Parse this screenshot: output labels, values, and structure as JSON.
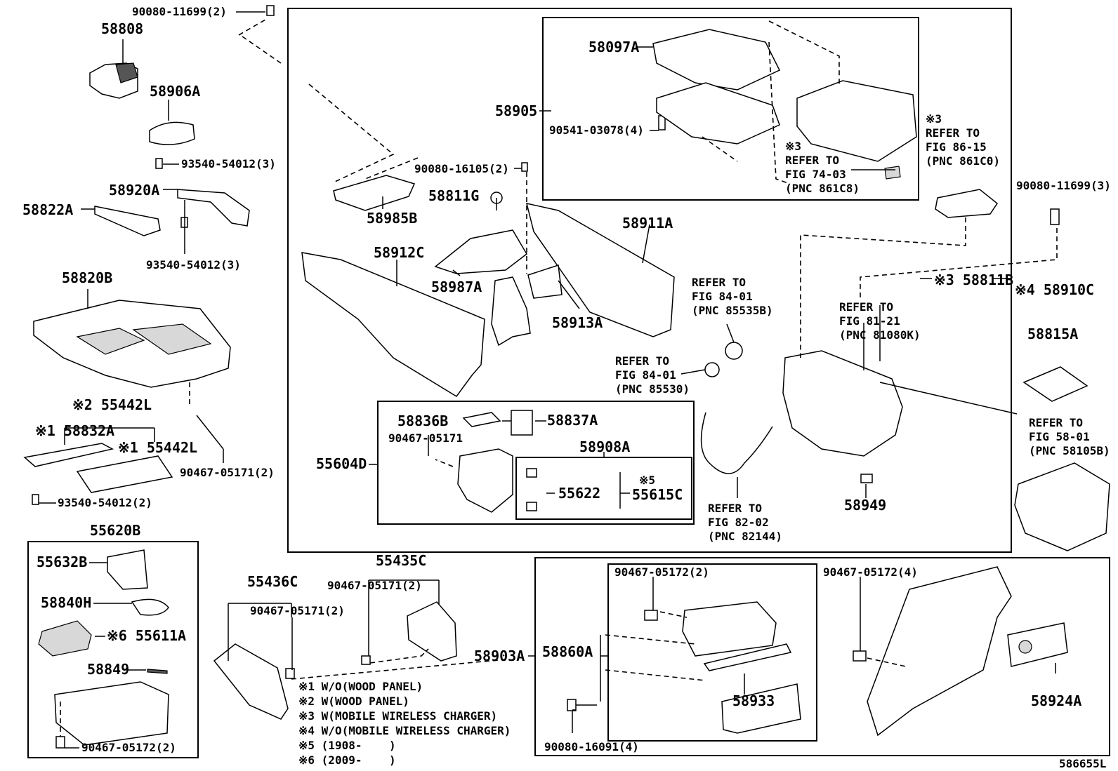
{
  "labels": {
    "p_90080_11699_2": "90080-11699(2)",
    "p_58808": "58808",
    "p_58906A": "58906A",
    "p_93540_54012_3a": "93540-54012(3)",
    "p_58920A": "58920A",
    "p_58822A": "58822A",
    "p_93540_54012_3b": "93540-54012(3)",
    "p_58820B": "58820B",
    "p_55442L_2": "※2 55442L",
    "p_58832A": "※1 58832A",
    "p_55442L_1": "※1 55442L",
    "p_90467_05171_2a": "90467-05171(2)",
    "p_93540_54012_2": "93540-54012(2)",
    "p_55620B": "55620B",
    "p_55632B": "55632B",
    "p_58840H": "58840H",
    "p_55611A": "※6 55611A",
    "p_58849": "58849",
    "p_90467_05172_2a": "90467-05172(2)",
    "p_58097A": "58097A",
    "p_58905": "58905",
    "p_90541_03078_4": "90541-03078(4)",
    "p_90080_16105_2": "90080-16105(2)",
    "p_58811G": "58811G",
    "p_58985B": "58985B",
    "p_58912C": "58912C",
    "p_58987A": "58987A",
    "p_58911A": "58911A",
    "p_58913A": "58913A",
    "p_58836B": "58836B",
    "p_58837A": "58837A",
    "p_90467_05171": "90467-05171",
    "p_58908A": "58908A",
    "p_55604D": "55604D",
    "p_x5": "※5",
    "p_55622": "55622",
    "p_55615C": "55615C",
    "p_58811B": "※3 58811B",
    "p_58910C": "※4 58910C",
    "p_58815A": "58815A",
    "p_58949": "58949",
    "p_90080_11699_3": "90080-11699(3)",
    "p_55436C": "55436C",
    "p_90467_05171_2b": "90467-05171(2)",
    "p_55435C": "55435C",
    "p_90467_05171_2c": "90467-05171(2)",
    "p_58903A": "58903A",
    "p_58860A": "58860A",
    "p_90467_05172_2b": "90467-05172(2)",
    "p_90467_05172_4": "90467-05172(4)",
    "p_58933": "58933",
    "p_58924A": "58924A",
    "p_90080_16091_4": "90080-16091(4)",
    "figure_code": "586655L"
  },
  "refs": {
    "r_74_03": [
      "※3",
      "REFER TO",
      "FIG 74-03",
      "(PNC 861C8)"
    ],
    "r_86_15": [
      "※3",
      "REFER TO",
      "FIG 86-15",
      "(PNC 861C0)"
    ],
    "r_84_01a": [
      "REFER TO",
      "FIG 84-01",
      "(PNC 85535B)"
    ],
    "r_84_01b": [
      "REFER TO",
      "FIG 84-01",
      "(PNC 85530)"
    ],
    "r_81_21": [
      "REFER TO",
      "FIG 81-21",
      "(PNC 81080K)"
    ],
    "r_82_02": [
      "REFER TO",
      "FIG 82-02",
      "(PNC 82144)"
    ],
    "r_58_01": [
      "REFER TO",
      "FIG 58-01",
      "(PNC 58105B)"
    ]
  },
  "notes": [
    "※1 W/O(WOOD PANEL)",
    "※2 W(WOOD PANEL)",
    "※3 W(MOBILE WIRELESS CHARGER)",
    "※4 W/O(MOBILE WIRELESS CHARGER)",
    "※5 (1908-    )",
    "※6 (2009-    )"
  ]
}
